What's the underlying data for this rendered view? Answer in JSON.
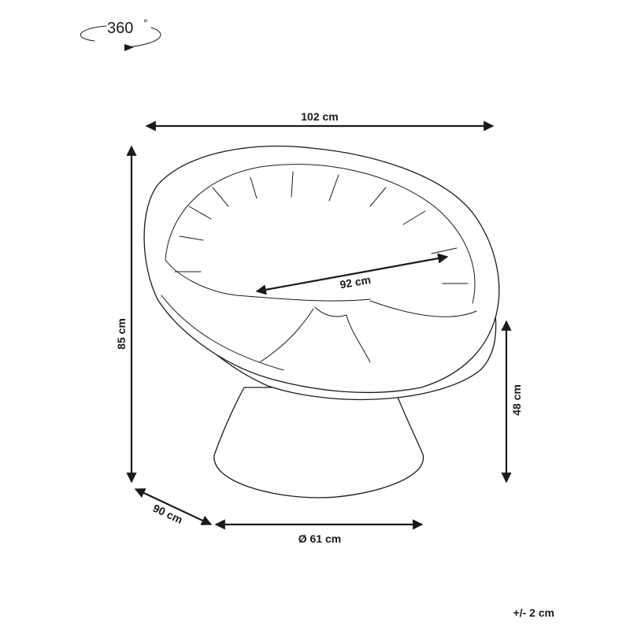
{
  "rotation": {
    "label": "360",
    "degree_symbol": "°"
  },
  "dimensions": {
    "width": "102 cm",
    "height": "85 cm",
    "seat_diameter": "92 cm",
    "seat_height": "48 cm",
    "depth": "90 cm",
    "base_diameter": "Ø 61 cm"
  },
  "tolerance": "+/- 2 cm",
  "colors": {
    "line": "#1a1a1a",
    "background": "#ffffff"
  }
}
